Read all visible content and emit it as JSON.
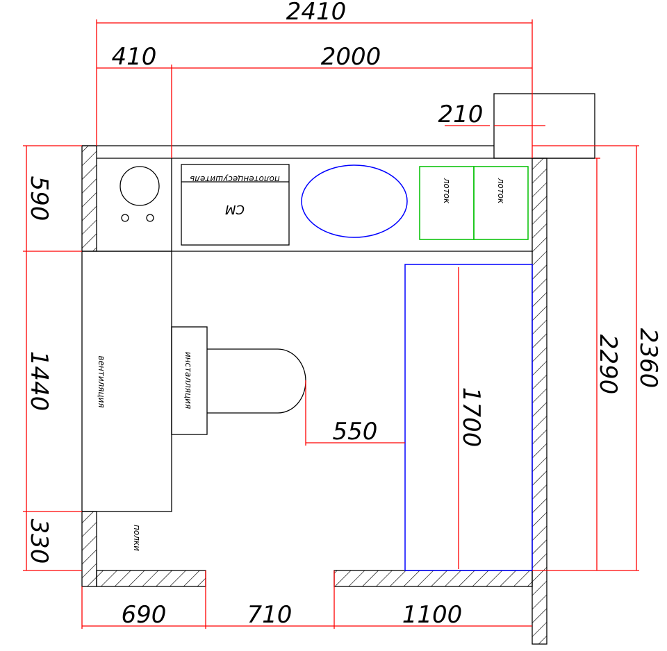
{
  "dimensions": {
    "top_total": "2410",
    "top_left": "410",
    "top_right": "2000",
    "pipe_offset": "210",
    "left_top": "590",
    "left_mid": "1440",
    "left_bottom": "330",
    "right_inner": "2290",
    "right_outer": "2360",
    "bottom_left": "690",
    "bottom_door": "710",
    "bottom_right": "1100",
    "bath_length": "1700",
    "toilet_gap": "550"
  },
  "labels": {
    "washing_machine_top": "полотенцесушитель",
    "washing_machine": "СМ",
    "tray_1": "лоток",
    "tray_2": "лоток",
    "ventilation": "вентиляция",
    "installation": "инсталляция",
    "shelves": "полки"
  },
  "colors": {
    "dimension": "#ff0000",
    "walls": "#000000",
    "bathtub": "#0000ff",
    "sink_oval": "#0000ff",
    "trays": "#00c000"
  }
}
